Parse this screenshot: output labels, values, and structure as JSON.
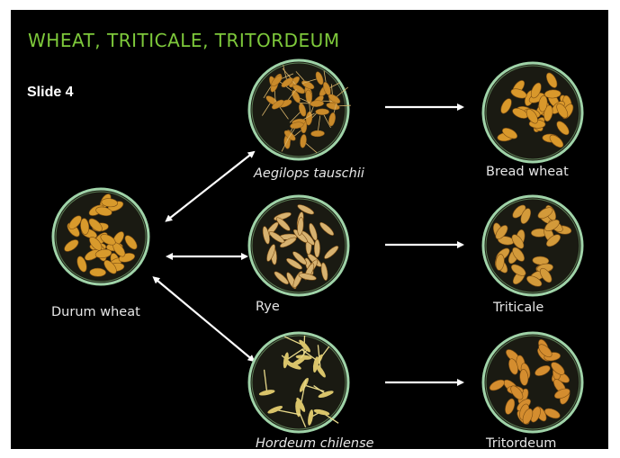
{
  "title": "WHEAT, TRITICALE, TRITORDEUM",
  "slide_label": "Slide 4",
  "dishes": {
    "durum": {
      "label": "Durum wheat",
      "seed_color": "#d89a2c"
    },
    "aegilops": {
      "label": "Aegilops tauschii",
      "seed_color": "#c98a2a"
    },
    "rye": {
      "label": "Rye",
      "seed_color": "#d7b270"
    },
    "hordeum": {
      "label": "Hordeum chilense",
      "seed_color": "#d9c46a"
    },
    "bread": {
      "label": "Bread wheat",
      "seed_color": "#d9982b"
    },
    "triticale": {
      "label": "Triticale",
      "seed_color": "#d39a3a"
    },
    "tritordeum": {
      "label": "Tritordeum",
      "seed_color": "#d48d2f"
    }
  },
  "colors": {
    "background": "#000000",
    "title": "#7ec93b",
    "arrow": "#ffffff",
    "dish_rim": "#9fd3a8"
  }
}
